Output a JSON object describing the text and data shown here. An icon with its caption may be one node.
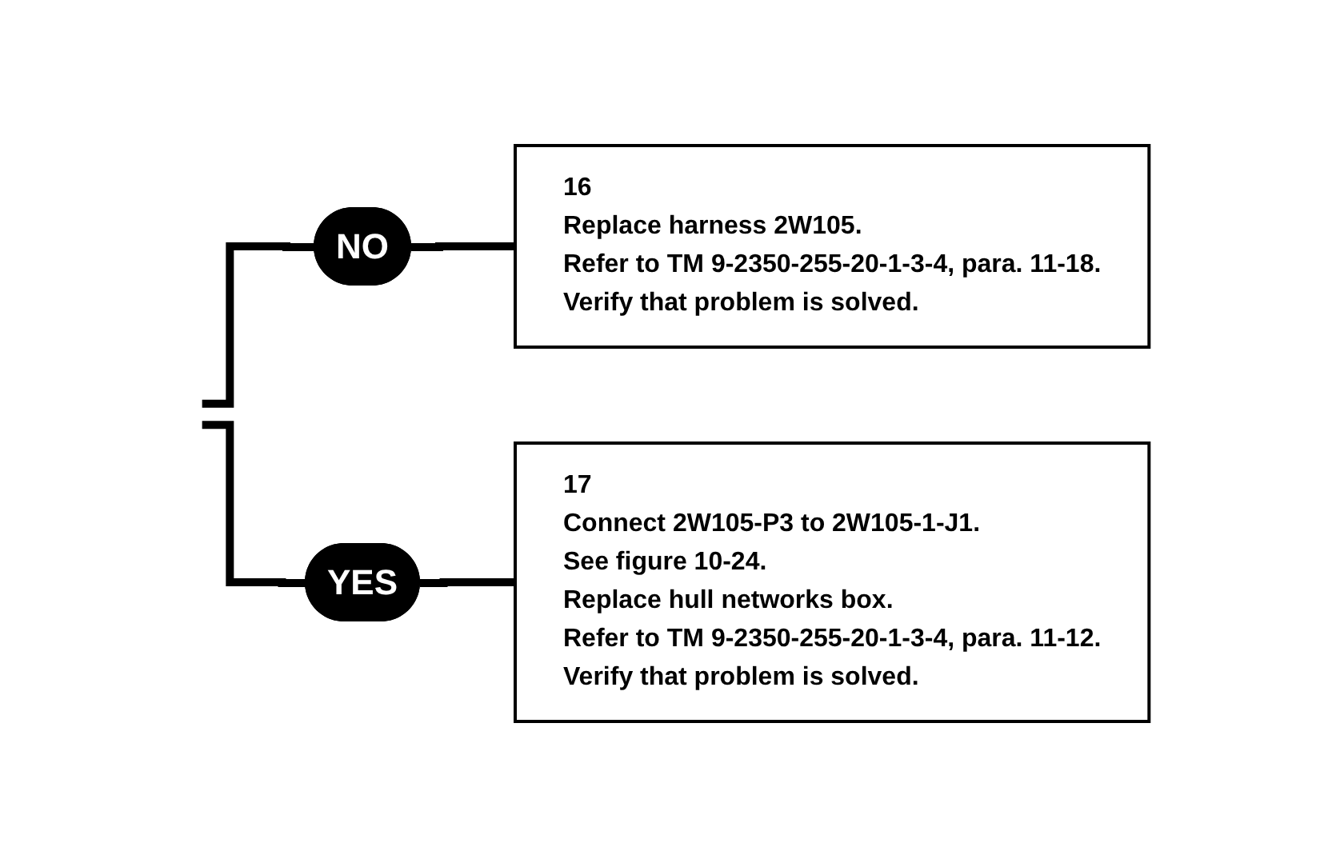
{
  "diagram": {
    "nodes": [
      {
        "text": [
          "NO"
        ]
      },
      {
        "text": [
          "16",
          "Replace harness 2W105.",
          "Refer to TM 9-2350-255-20-1-3-4, para. 11-18.",
          "Verify that problem is solved."
        ]
      },
      {
        "text": [
          "YES"
        ]
      },
      {
        "text": [
          "17",
          "Connect 2W105-P3 to 2W105-1-J1.",
          "See figure 10-24.",
          "Replace hull networks box.",
          "Refer to TM 9-2350-255-20-1-3-4, para. 11-12.",
          "Verify that problem is solved."
        ]
      }
    ],
    "edges": [
      {
        "from": null,
        "to": 0,
        "arrow": "none"
      },
      {
        "from": null,
        "to": 2,
        "arrow": "none"
      },
      {
        "from": 0,
        "to": 1,
        "arrow": "none"
      },
      {
        "from": 2,
        "to": 3,
        "arrow": "none"
      }
    ]
  }
}
